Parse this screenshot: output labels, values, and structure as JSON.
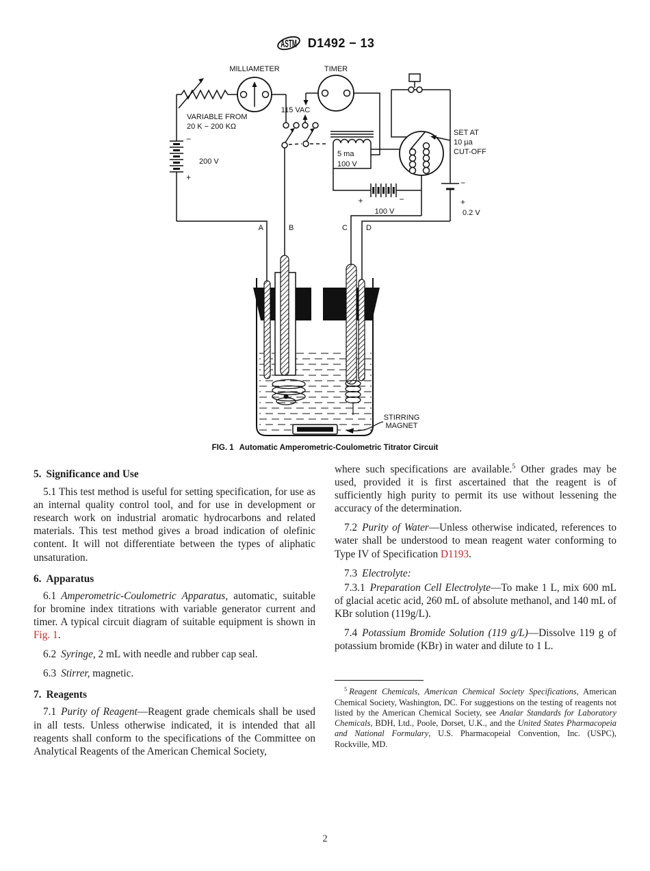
{
  "colors": {
    "link_red": "#c1272d",
    "ink": "#111111"
  },
  "header": {
    "logo_text": "ASTM",
    "designation": "D1492 − 13"
  },
  "figure": {
    "caption_prefix": "FIG. 1",
    "caption_text": "Automatic Amperometric-Coulometric Titrator Circuit",
    "labels": {
      "milliameter": "MILLIAMETER",
      "timer": "TIMER",
      "variable_from": "VARIABLE FROM",
      "variable_range": "20 K − 200 KΩ",
      "battery_left": "200 V",
      "vac": "115 VAC",
      "coil_line1": "5 ma",
      "coil_line2": "100 V",
      "relay_line1": "SET AT",
      "relay_line2": "10 µa",
      "relay_line3": "CUT-OFF",
      "battery_mid": "100 V",
      "battery_right": "0.2 V",
      "terminal_a": "A",
      "terminal_b": "B",
      "terminal_c": "C",
      "terminal_d": "D",
      "stirrer_line1": "STIRRING",
      "stirrer_line2": "MAGNET",
      "minus": "−",
      "plus": "+"
    }
  },
  "left": {
    "s5head": {
      "num": "5.",
      "title": "Significance and Use"
    },
    "s5p1": "5.1  This test method is useful for setting specification, for use as an internal quality control tool, and for use in development or research work on industrial aromatic hydrocarbons and related materials. This test method gives a broad indication of olefinic content. It will not differentiate between the types of aliphatic unsaturation.",
    "s6head": {
      "num": "6.",
      "title": "Apparatus"
    },
    "s6p1": {
      "num": "6.1",
      "italic": "Amperometric-Coulometric Apparatus,",
      "text": " automatic, suitable for bromine index titrations with variable generator current and timer. A typical circuit diagram of suitable equipment is shown in ",
      "link": "Fig. 1",
      "after": "."
    },
    "s6p2": {
      "num": "6.2",
      "italic": "Syringe,",
      "text": " 2 mL with needle and rubber cap seal."
    },
    "s6p3": {
      "num": "6.3",
      "italic": "Stirrer,",
      "text": " magnetic."
    },
    "s7head": {
      "num": "7.",
      "title": "Reagents"
    },
    "s7p1": {
      "num": "7.1",
      "italic": "Purity of Reagent",
      "text": "—Reagent grade chemicals shall be used in all tests. Unless otherwise indicated, it is intended that all reagents shall conform to the specifications of the Committee on Analytical Reagents of the American Chemical Society,"
    }
  },
  "right": {
    "cont": {
      "text1": "where such specifications are available.",
      "sup": "5",
      "text2": " Other grades may be used, provided it is first ascertained that the reagent is of sufficiently high purity to permit its use without lessening the accuracy of the determination."
    },
    "p72": {
      "num": "7.2",
      "italic": "Purity of Water",
      "text": "—Unless otherwise indicated, references to water shall be understood to mean reagent water conforming to Type IV of Specification ",
      "link": "D1193",
      "after": "."
    },
    "p73": {
      "num": "7.3",
      "italic": "Electrolyte:"
    },
    "p731": {
      "num": "7.3.1",
      "italic": "Preparation Cell Electrolyte",
      "text": "—To make 1 L, mix 600 mL of glacial acetic acid, 260 mL of absolute methanol, and 140 mL of KBr solution (119g/L)."
    },
    "p74": {
      "num": "7.4",
      "italic": "Potassium Bromide Solution (119 g/L)",
      "text": "—Dissolve 119 g of potassium bromide (KBr) in water and dilute to 1 L."
    }
  },
  "footnote": {
    "sup": "5",
    "i1": "Reagent Chemicals, American Chemical Society Specifications",
    "t1": ", American Chemical Society, Washington, DC. For suggestions on the testing of reagents not listed by the American Chemical Society, see ",
    "i2": "Analar Standards for Laboratory Chemicals",
    "t2": ", BDH, Ltd., Poole, Dorset, U.K., and the ",
    "i3": "United States Pharmacopeia and National Formulary",
    "t3": ", U.S. Pharmacopeial Convention, Inc. (USPC), Rockville, MD."
  },
  "page_number": "2"
}
